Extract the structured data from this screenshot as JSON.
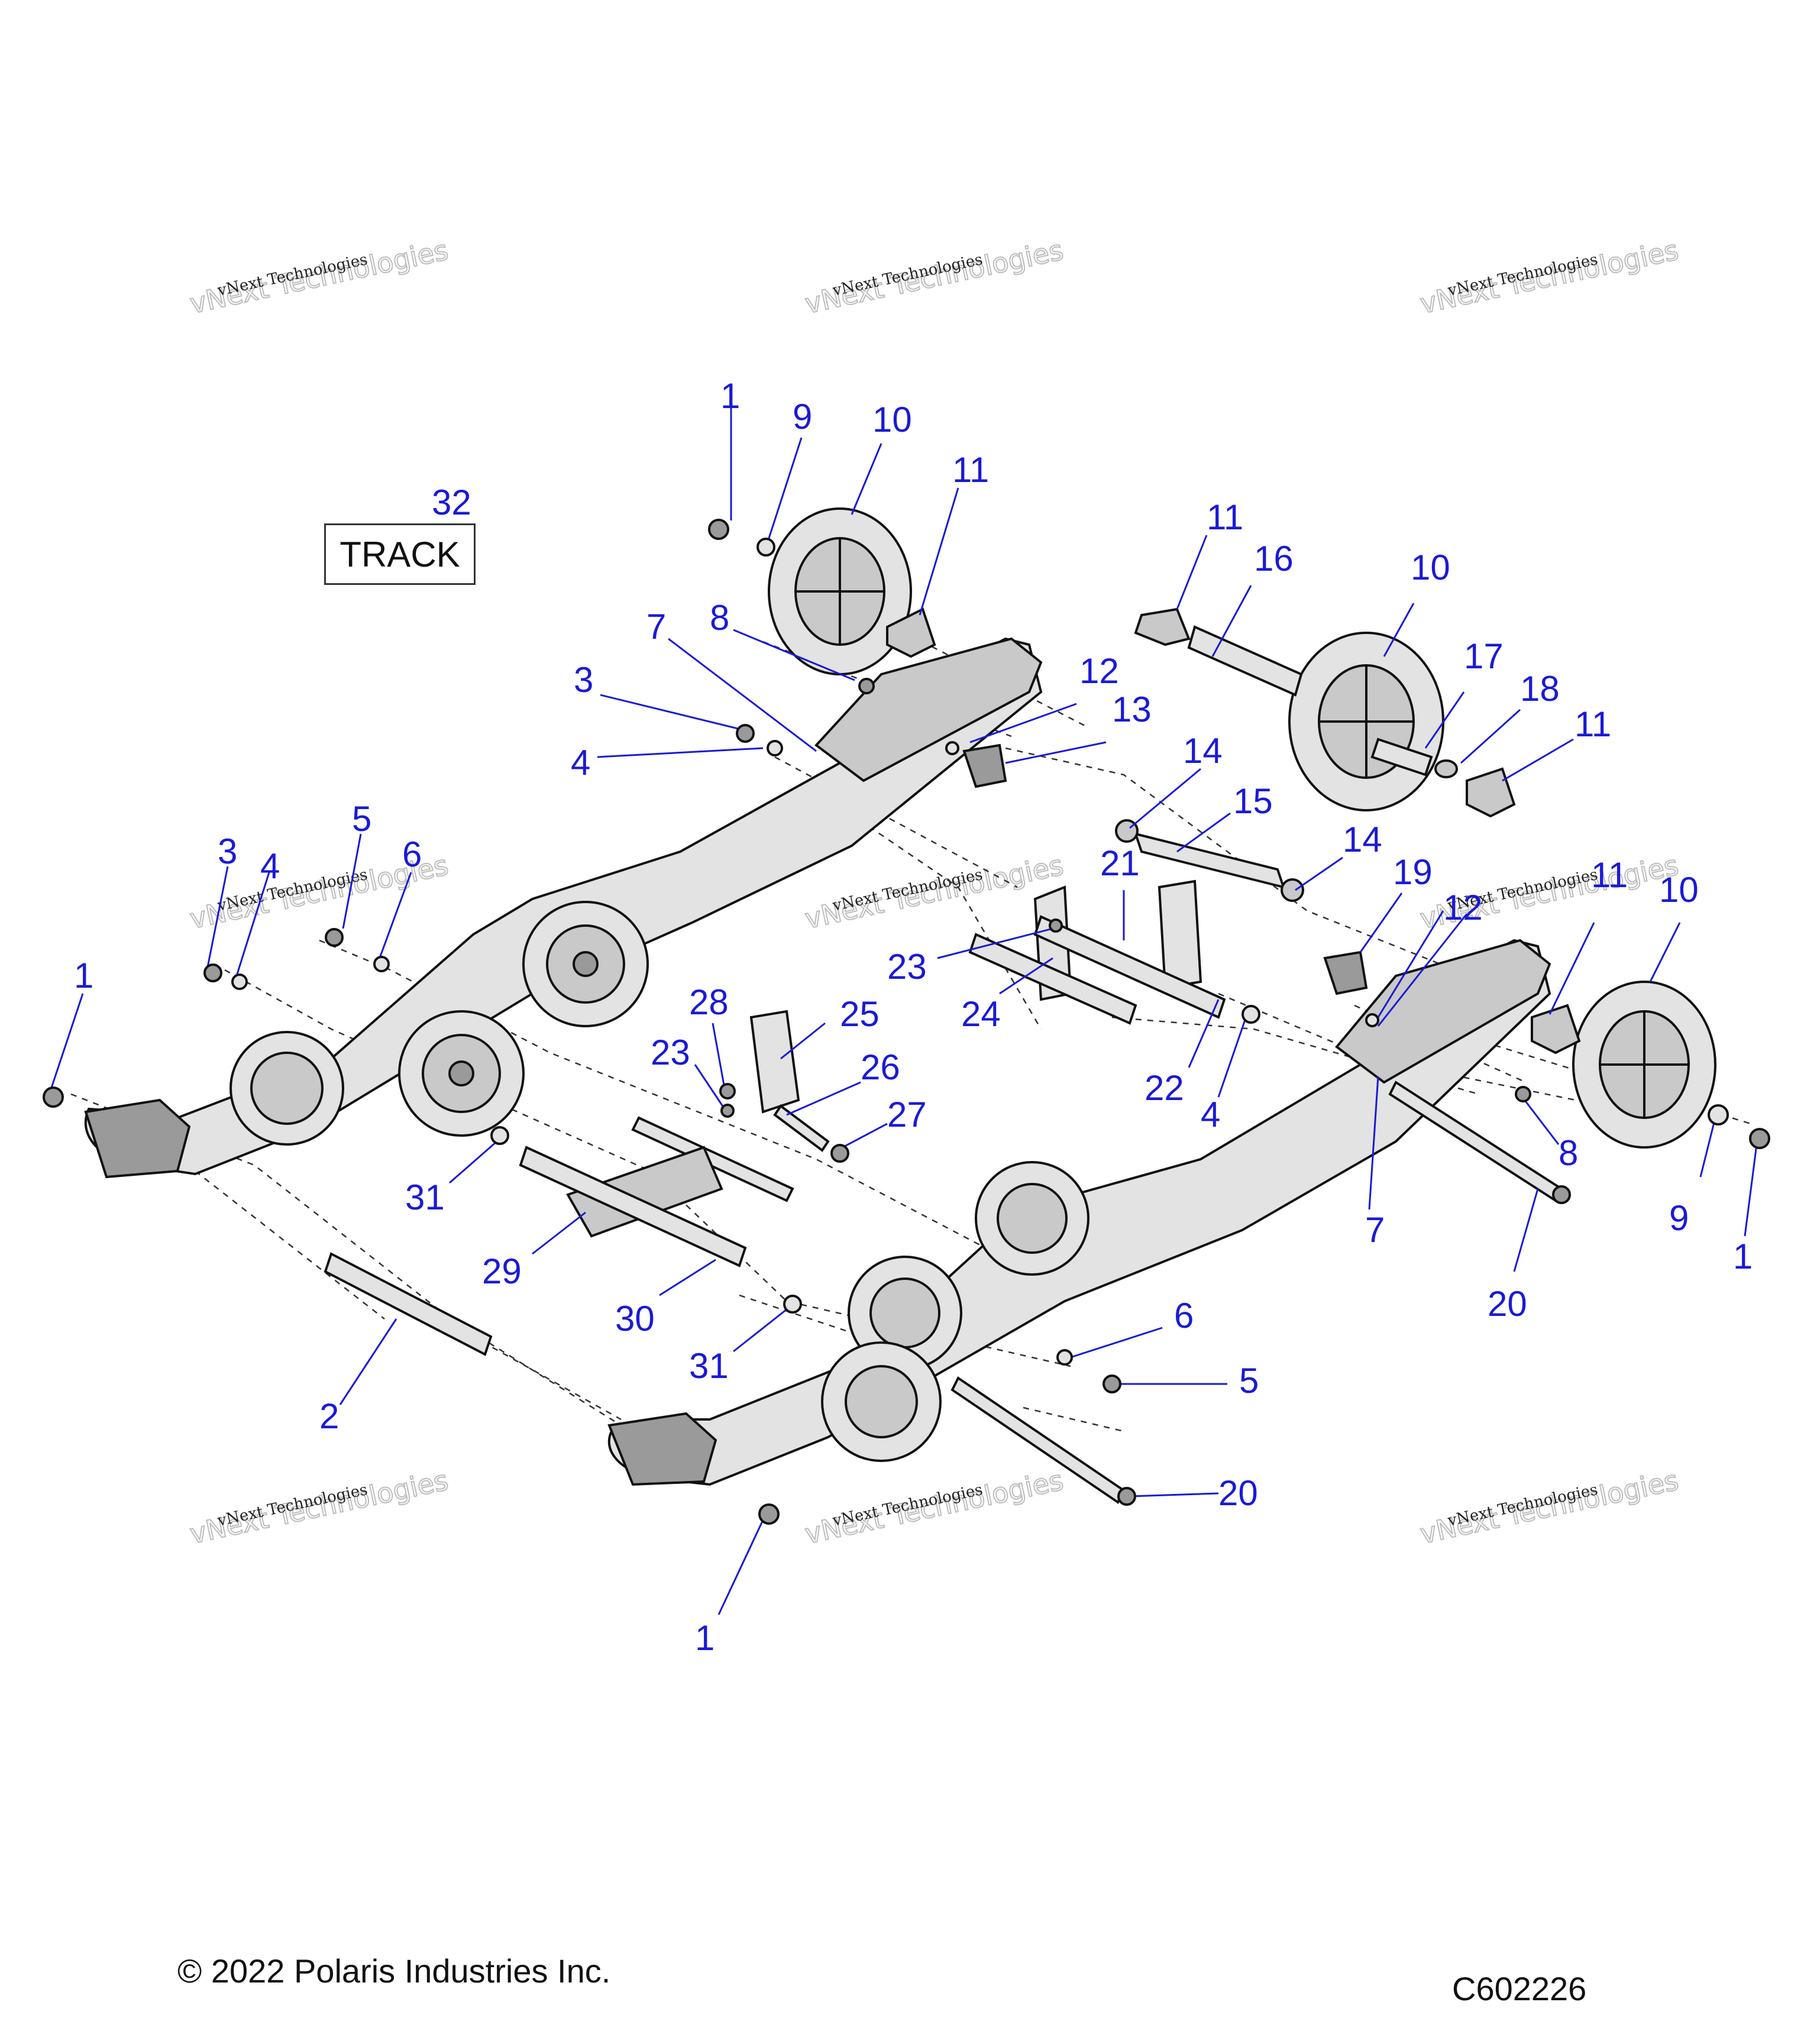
{
  "diagram": {
    "track_label": "TRACK",
    "watermark": {
      "line1": "vNext Technologies",
      "line2": "vNext Technologies"
    },
    "callouts": [
      {
        "id": "c1a",
        "label": "1"
      },
      {
        "id": "c9a",
        "label": "9"
      },
      {
        "id": "c10a",
        "label": "10"
      },
      {
        "id": "c11a",
        "label": "11"
      },
      {
        "id": "c32",
        "label": "32"
      },
      {
        "id": "c11b",
        "label": "11"
      },
      {
        "id": "c16",
        "label": "16"
      },
      {
        "id": "c10b",
        "label": "10"
      },
      {
        "id": "c8a",
        "label": "8"
      },
      {
        "id": "c7a",
        "label": "7"
      },
      {
        "id": "c17",
        "label": "17"
      },
      {
        "id": "c18",
        "label": "18"
      },
      {
        "id": "c11c",
        "label": "11"
      },
      {
        "id": "c12a",
        "label": "12"
      },
      {
        "id": "c13",
        "label": "13"
      },
      {
        "id": "c3a",
        "label": "3"
      },
      {
        "id": "c4a",
        "label": "4"
      },
      {
        "id": "c14a",
        "label": "14"
      },
      {
        "id": "c15",
        "label": "15"
      },
      {
        "id": "c5a",
        "label": "5"
      },
      {
        "id": "c3b",
        "label": "3"
      },
      {
        "id": "c4b",
        "label": "4"
      },
      {
        "id": "c6a",
        "label": "6"
      },
      {
        "id": "c21",
        "label": "21"
      },
      {
        "id": "c14b",
        "label": "14"
      },
      {
        "id": "c19",
        "label": "19"
      },
      {
        "id": "c11d",
        "label": "11"
      },
      {
        "id": "c12b",
        "label": "12"
      },
      {
        "id": "c10c",
        "label": "10"
      },
      {
        "id": "c1b",
        "label": "1"
      },
      {
        "id": "c23a",
        "label": "23"
      },
      {
        "id": "c24",
        "label": "24"
      },
      {
        "id": "c28",
        "label": "28"
      },
      {
        "id": "c25",
        "label": "25"
      },
      {
        "id": "c23b",
        "label": "23"
      },
      {
        "id": "c26",
        "label": "26"
      },
      {
        "id": "c27",
        "label": "27"
      },
      {
        "id": "c22",
        "label": "22"
      },
      {
        "id": "c4c",
        "label": "4"
      },
      {
        "id": "c8b",
        "label": "8"
      },
      {
        "id": "c7b",
        "label": "7"
      },
      {
        "id": "c9b",
        "label": "9"
      },
      {
        "id": "c1c",
        "label": "1"
      },
      {
        "id": "c31a",
        "label": "31"
      },
      {
        "id": "c29",
        "label": "29"
      },
      {
        "id": "c20a",
        "label": "20"
      },
      {
        "id": "c30",
        "label": "30"
      },
      {
        "id": "c6b",
        "label": "6"
      },
      {
        "id": "c31b",
        "label": "31"
      },
      {
        "id": "c5b",
        "label": "5"
      },
      {
        "id": "c2",
        "label": "2"
      },
      {
        "id": "c20b",
        "label": "20"
      },
      {
        "id": "c1d",
        "label": "1"
      }
    ]
  },
  "footer": {
    "copyright": "© 2022 Polaris Industries Inc.",
    "figure_code": "C602226"
  }
}
